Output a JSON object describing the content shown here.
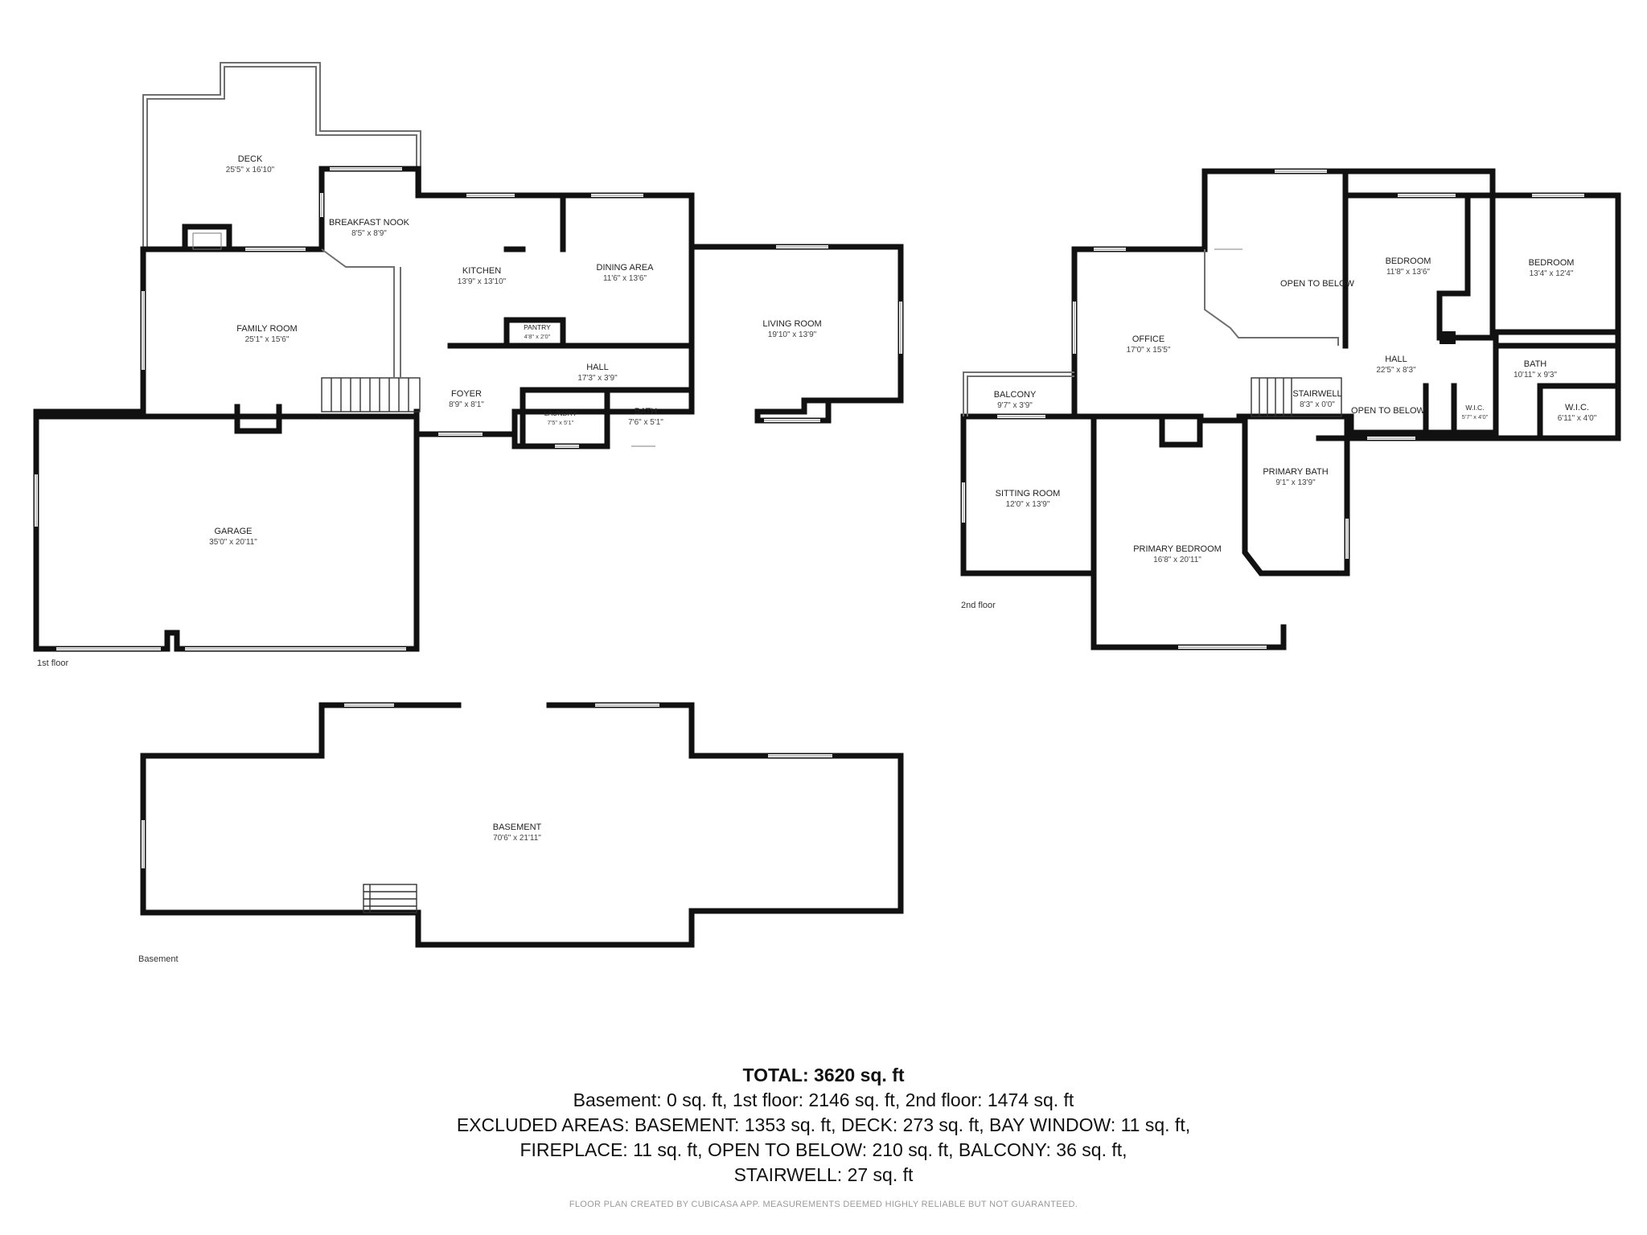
{
  "floors": {
    "first": {
      "label": "1st floor",
      "rooms": {
        "deck": {
          "name": "DECK",
          "dims": "25'5\" x 16'10\""
        },
        "breakfast_nook": {
          "name": "BREAKFAST NOOK",
          "dims": "8'5\" x 8'9\""
        },
        "kitchen": {
          "name": "KITCHEN",
          "dims": "13'9\" x 13'10\""
        },
        "dining_area": {
          "name": "DINING AREA",
          "dims": "11'6\" x 13'6\""
        },
        "living_room": {
          "name": "LIVING ROOM",
          "dims": "19'10\" x 13'9\""
        },
        "family_room": {
          "name": "FAMILY ROOM",
          "dims": "25'1\" x 15'6\""
        },
        "pantry": {
          "name": "PANTRY",
          "dims": "4'8\" x 2'0\""
        },
        "hall": {
          "name": "HALL",
          "dims": "17'3\" x 3'9\""
        },
        "foyer": {
          "name": "FOYER",
          "dims": "8'9\" x 8'1\""
        },
        "laundry": {
          "name": "LAUNDRY",
          "dims": "7'5\" x 5'1\""
        },
        "bath": {
          "name": "BATH",
          "dims": "7'6\" x 5'1\""
        },
        "garage": {
          "name": "GARAGE",
          "dims": "35'0\" x 20'11\""
        }
      }
    },
    "second": {
      "label": "2nd floor",
      "rooms": {
        "open_to_below_top": {
          "name": "OPEN TO BELOW"
        },
        "bedroom_1": {
          "name": "BEDROOM",
          "dims": "11'8\" x 13'6\""
        },
        "bedroom_2": {
          "name": "BEDROOM",
          "dims": "13'4\" x 12'4\""
        },
        "office": {
          "name": "OFFICE",
          "dims": "17'0\" x 15'5\""
        },
        "hall": {
          "name": "HALL",
          "dims": "22'5\" x 8'3\""
        },
        "bath": {
          "name": "BATH",
          "dims": "10'11\" x 9'3\""
        },
        "balcony": {
          "name": "BALCONY",
          "dims": "9'7\" x 3'9\""
        },
        "stairwell": {
          "name": "STAIRWELL",
          "dims": "8'3\" x 0'0\""
        },
        "open_to_below_bottom": {
          "name": "OPEN TO BELOW"
        },
        "wic_1": {
          "name": "W.I.C.",
          "dims": "5'7\" x 4'0\""
        },
        "wic_2": {
          "name": "W.I.C.",
          "dims": "6'11\" x 4'0\""
        },
        "sitting_room": {
          "name": "SITTING ROOM",
          "dims": "12'0\" x 13'9\""
        },
        "primary_bath": {
          "name": "PRIMARY BATH",
          "dims": "9'1\" x 13'9\""
        },
        "primary_bedroom": {
          "name": "PRIMARY BEDROOM",
          "dims": "16'8\" x 20'11\""
        }
      }
    },
    "basement": {
      "label": "Basement",
      "rooms": {
        "basement": {
          "name": "BASEMENT",
          "dims": "70'6\" x 21'11\""
        }
      }
    }
  },
  "summary": {
    "total": "TOTAL: 3620 sq. ft",
    "line1": "Basement: 0 sq. ft, 1st floor: 2146 sq. ft, 2nd floor: 1474 sq. ft",
    "line2": "EXCLUDED AREAS: BASEMENT: 1353 sq. ft, DECK: 273 sq. ft, BAY WINDOW: 11 sq. ft,",
    "line3": "FIREPLACE: 11 sq. ft, OPEN TO BELOW: 210 sq. ft, BALCONY: 36 sq. ft,",
    "line4": "STAIRWELL: 27 sq. ft"
  },
  "credit": "FLOOR PLAN CREATED BY CUBICASA APP. MEASUREMENTS DEEMED HIGHLY RELIABLE BUT NOT GUARANTEED."
}
